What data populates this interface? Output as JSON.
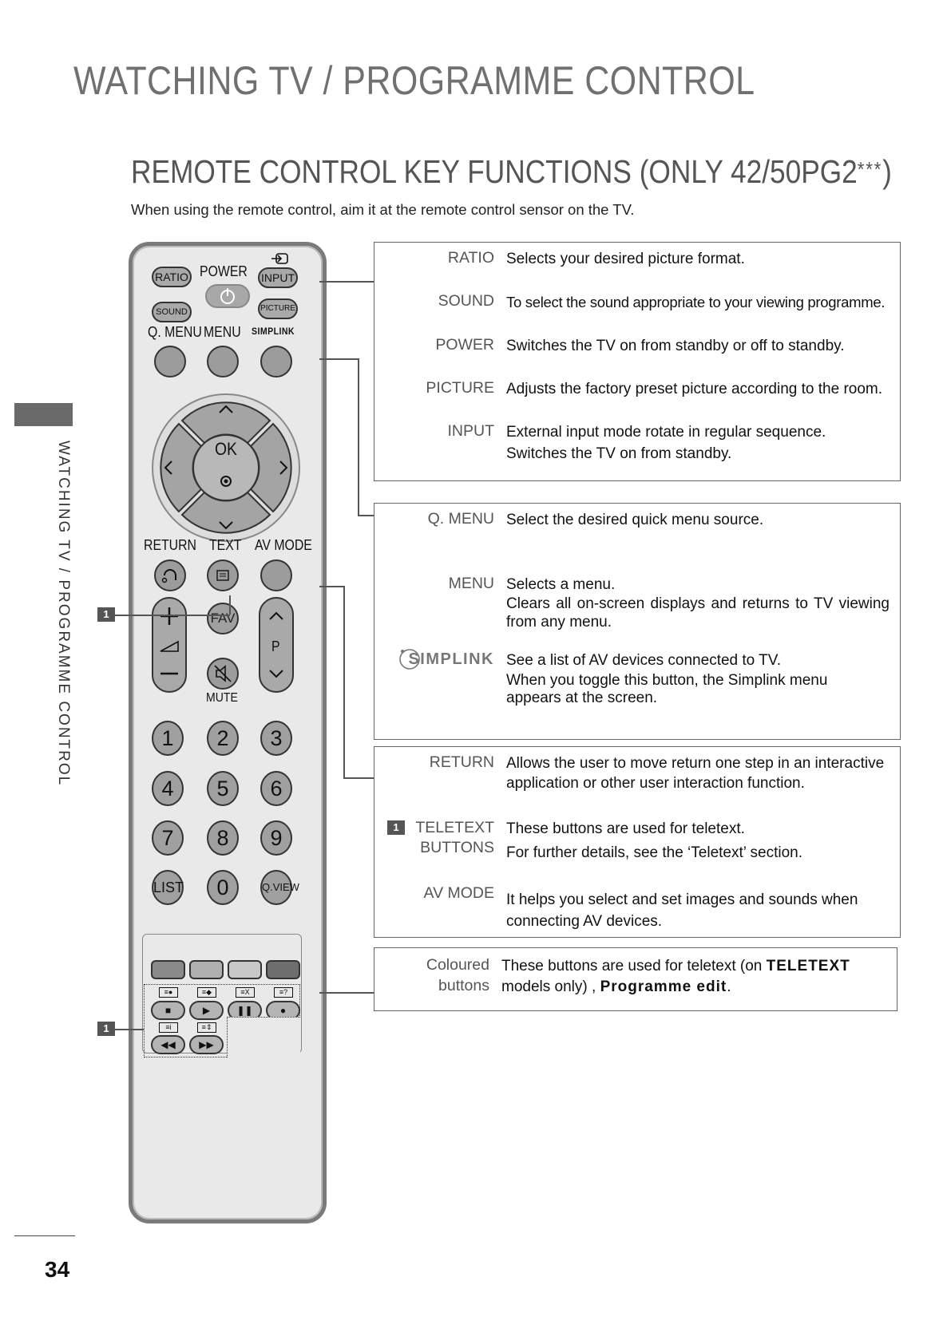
{
  "page": {
    "header": "WATCHING TV / PROGRAMME CONTROL",
    "section_title": "REMOTE CONTROL KEY FUNCTIONS (ONLY 42/50PG2",
    "section_title_stars": "***",
    "section_title_close": ")",
    "intro": "When using the remote control, aim it at the remote control sensor on the TV.",
    "side_label": "WATCHING TV / PROGRAMME CONTROL",
    "page_number": "34"
  },
  "remote": {
    "ratio": "RATIO",
    "power": "POWER",
    "input": "INPUT",
    "sound": "SOUND",
    "picture": "PICTURE",
    "qmenu": "Q. MENU",
    "menu": "MENU",
    "simplink": "SIMPLINK",
    "ok": "OK",
    "return": "RETURN",
    "text": "TEXT",
    "avmode": "AV MODE",
    "fav": "FAV",
    "p": "P",
    "mute": "MUTE",
    "numbers": [
      "1",
      "2",
      "3",
      "4",
      "5",
      "6",
      "7",
      "8",
      "9"
    ],
    "list": "LIST",
    "zero": "0",
    "qview": "Q.VIEW",
    "badge": "1"
  },
  "box1": {
    "rows": [
      {
        "label": "RATIO",
        "text": "Selects your desired picture format."
      },
      {
        "label": "SOUND",
        "text": "To select the sound appropriate to your viewing programme."
      },
      {
        "label": "POWER",
        "text": "Switches the TV on from standby or off to standby."
      },
      {
        "label": "PICTURE",
        "text": "Adjusts the factory preset picture according to the room."
      },
      {
        "label": "INPUT",
        "text": "External input mode rotate in regular sequence.",
        "text2": "Switches the TV on from standby."
      }
    ]
  },
  "box2": {
    "rows": [
      {
        "label": "Q. MENU",
        "text": "Select the desired quick menu source."
      },
      {
        "label": "MENU",
        "text": "Selects a menu.",
        "text2": "Clears all on-screen displays and returns to TV viewing from any menu."
      },
      {
        "label": "SIMPLINK",
        "text": "See a list of AV devices connected to TV.",
        "text2": "When you toggle this button, the Simplink menu appears at the screen."
      }
    ]
  },
  "box3": {
    "rows": [
      {
        "label": "RETURN",
        "text": "Allows the user to move return one step in an interactive application or other user interaction function."
      },
      {
        "label": "TELETEXT",
        "label2": "BUTTONS",
        "badge": "1",
        "text": "These buttons are used for teletext.",
        "text2": "For further details, see the ‘Teletext’ section."
      },
      {
        "label": "AV MODE",
        "text": "It helps you select and set images and sounds when connecting AV devices."
      }
    ]
  },
  "box4": {
    "label": "Coloured",
    "label2": "buttons",
    "text_a": "These buttons are used for teletext (on",
    "text_bold": "TELETEXT",
    "text_b": "models only) ,",
    "text_bold2": "Programme edit",
    "text_c": "."
  },
  "colors": {
    "header": "#707070",
    "remote_body": "#e9e9e9",
    "key_red": "#8a8a8a",
    "key_green": "#b0b0b0",
    "key_yellow": "#c8c8c8",
    "key_blue": "#6e6e6e"
  }
}
